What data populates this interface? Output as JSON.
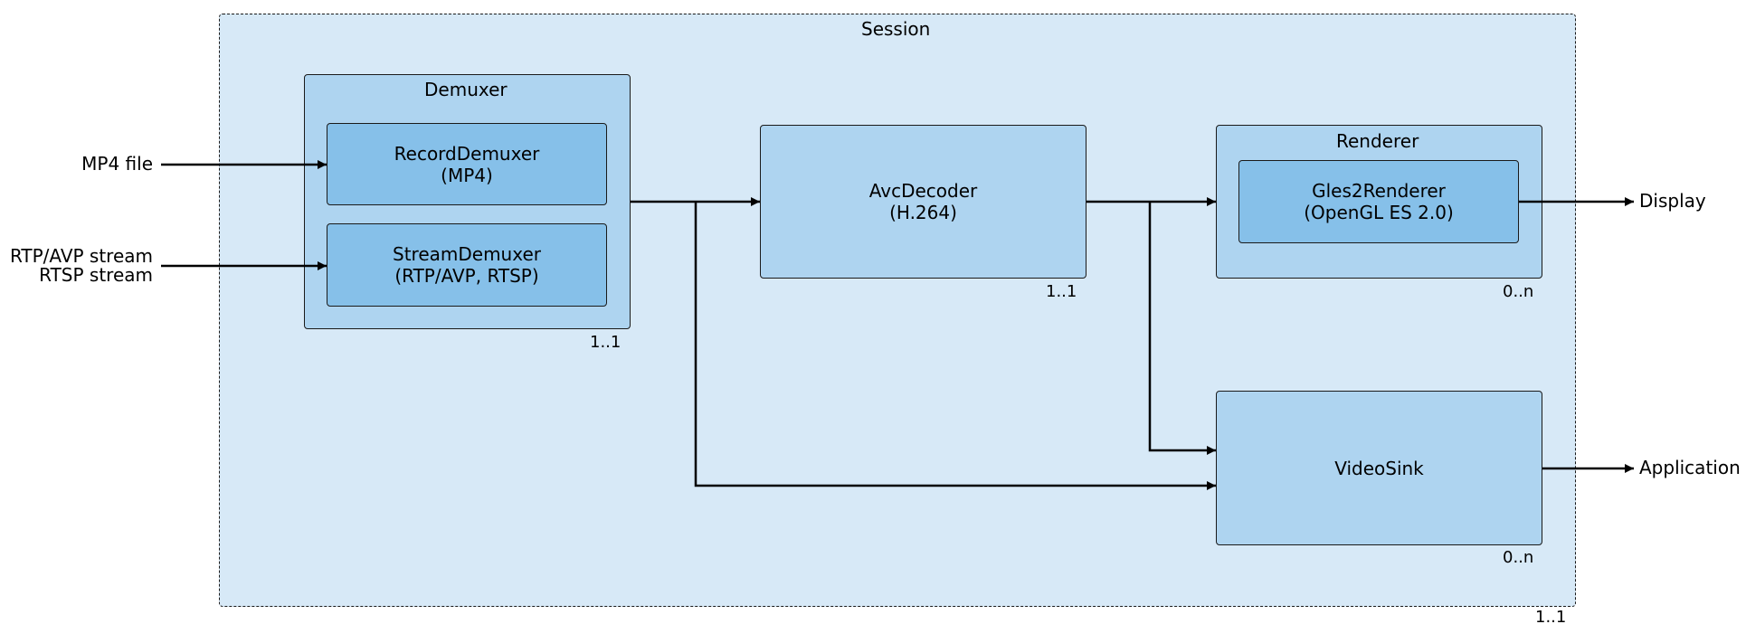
{
  "session": {
    "title": "Session",
    "multiplicity": "1..1"
  },
  "demuxer": {
    "title": "Demuxer",
    "multiplicity": "1..1",
    "record": {
      "name": "RecordDemuxer",
      "detail": "(MP4)"
    },
    "stream": {
      "name": "StreamDemuxer",
      "detail": "(RTP/AVP, RTSP)"
    }
  },
  "decoder": {
    "name": "AvcDecoder",
    "detail": "(H.264)",
    "multiplicity": "1..1"
  },
  "renderer": {
    "title": "Renderer",
    "multiplicity": "0..n",
    "gles": {
      "name": "Gles2Renderer",
      "detail": "(OpenGL ES 2.0)"
    }
  },
  "videosink": {
    "name": "VideoSink",
    "multiplicity": "0..n"
  },
  "inputs": {
    "mp4": "MP4 file",
    "rtp_line1": "RTP/AVP stream",
    "rtp_line2": "RTSP stream"
  },
  "outputs": {
    "display": "Display",
    "application": "Application"
  }
}
